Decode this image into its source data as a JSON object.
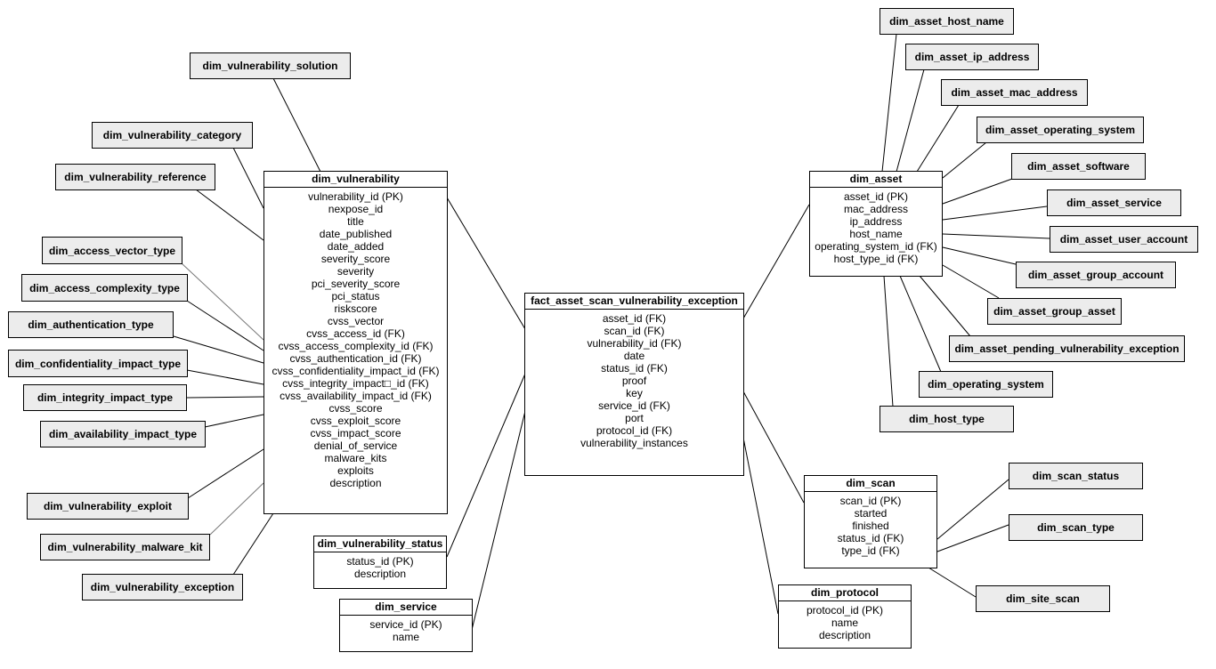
{
  "main_table": {
    "title": "fact_asset_scan_vulnerability_exception",
    "fields": [
      "asset_id (FK)",
      "scan_id (FK)",
      "vulnerability_id (FK)",
      "date",
      "status_id (FK)",
      "proof",
      "key",
      "service_id (FK)",
      "port",
      "protocol_id (FK)",
      "vulnerability_instances"
    ]
  },
  "tables": {
    "vulnerability": {
      "title": "dim_vulnerability",
      "fields": [
        "vulnerability_id (PK)",
        "nexpose_id",
        "title",
        "date_published",
        "date_added",
        "severity_score",
        "severity",
        "pci_severity_score",
        "pci_status",
        "riskscore",
        "cvss_vector",
        "cvss_access_id (FK)",
        "cvss_access_complexity_id (FK)",
        "cvss_authentication_id (FK)",
        "cvss_confidentiality_impact_id (FK)",
        "cvss_integrity_impact□_id (FK)",
        "cvss_availability_impact_id (FK)",
        "cvss_score",
        "cvss_exploit_score",
        "cvss_impact_score",
        "denial_of_service",
        "malware_kits",
        "exploits",
        "description"
      ]
    },
    "asset": {
      "title": "dim_asset",
      "fields": [
        "asset_id (PK)",
        "mac_address",
        "ip_address",
        "host_name",
        "operating_system_id (FK)",
        "host_type_id (FK)"
      ]
    },
    "scan": {
      "title": "dim_scan",
      "fields": [
        "scan_id (PK)",
        "started",
        "finished",
        "status_id (FK)",
        "type_id (FK)"
      ]
    },
    "protocol": {
      "title": "dim_protocol",
      "fields": [
        "protocol_id (PK)",
        "name",
        "description"
      ]
    },
    "vulnerability_status": {
      "title": "dim_vulnerability_status",
      "fields": [
        "status_id (PK)",
        "description"
      ]
    },
    "service": {
      "title": "dim_service",
      "fields": [
        "service_id (PK)",
        "name"
      ]
    }
  },
  "left_entities": {
    "solution": "dim_vulnerability_solution",
    "category": "dim_vulnerability_category",
    "reference": "dim_vulnerability_reference",
    "access_vector": "dim_access_vector_type",
    "access_complexity": "dim_access_complexity_type",
    "authentication": "dim_authentication_type",
    "confidentiality": "dim_confidentiality_impact_type",
    "integrity": "dim_integrity_impact_type",
    "availability": "dim_availability_impact_type",
    "exploit": "dim_vulnerability_exploit",
    "malware_kit": "dim_vulnerability_malware_kit",
    "exception": "dim_vulnerability_exception"
  },
  "right_entities": {
    "host_name": "dim_asset_host_name",
    "ip_address": "dim_asset_ip_address",
    "mac_address": "dim_asset_mac_address",
    "operating_system": "dim_asset_operating_system",
    "software": "dim_asset_software",
    "service": "dim_asset_service",
    "user_account": "dim_asset_user_account",
    "group_account": "dim_asset_group_account",
    "group_asset": "dim_asset_group_asset",
    "pending_exception": "dim_asset_pending_vulnerability_exception",
    "os": "dim_operating_system",
    "host_type": "dim_host_type"
  },
  "scan_entities": {
    "status": "dim_scan_status",
    "type": "dim_scan_type",
    "site_scan": "dim_site_scan"
  }
}
